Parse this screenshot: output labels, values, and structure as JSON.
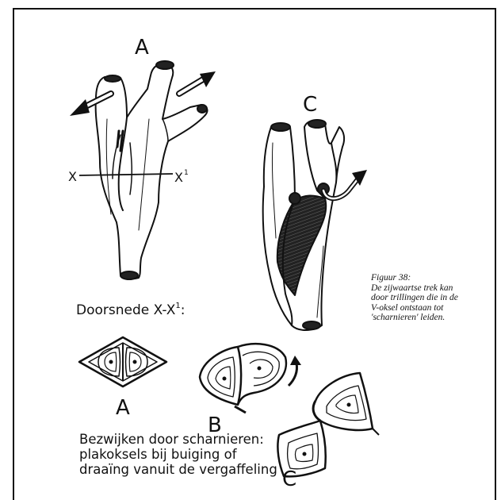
{
  "labels": {
    "fig_a": "A",
    "fig_c": "C",
    "axis_left": "X",
    "axis_right": "X",
    "axis_right_sup": "1",
    "section_a": "A",
    "section_b": "B",
    "section_c": "C"
  },
  "section_heading": {
    "text": "Doorsnede X-X",
    "sup": "1",
    "suffix": ":"
  },
  "caption": {
    "title": "Figuur 38:",
    "lines": [
      "De zijwaartse trek kan",
      "door trillingen die in de",
      "V-oksel ontstaan tot",
      "'scharnieren' leiden."
    ]
  },
  "notes": {
    "lines": [
      "Bezwijken door scharnieren:",
      "plakoksels bij buiging of",
      "draaïng vanuit de vergaffeling"
    ]
  }
}
